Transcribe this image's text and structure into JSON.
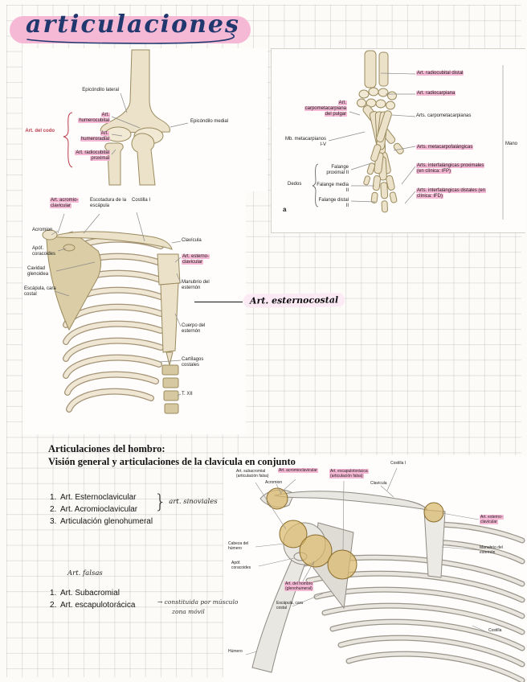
{
  "title": {
    "text": "articulaciones"
  },
  "elbow": {
    "epicondilo_lateral": "Epicóndilo lateral",
    "epicondilo_medial": "Epicóndilo medial",
    "art_del_codo": "Art. del codo",
    "art_humerocubital": "Art. humerocubital",
    "art_humeroradial": "Art. humeroradial",
    "art_radiocubital_proximal": "Art. radiocubital proximal"
  },
  "hand": {
    "art_radiocubital_distal": "Art. radiocubital distal",
    "art_radiocarpiana": "Art. radiocarpiana",
    "art_carpometacarpiana_pulgar": "Art. carpometacarpiana del pulgar",
    "arts_carpometacarpianas": "Arts. carpometacarpianas",
    "mb_metacarpianos": "Mb. metacarpianos I-V",
    "arts_metacarpofalangicas": "Arts. metacarpofalángicas",
    "arts_interfalangicas_proximales": "Arts. interfalángicas proximales (en clínica: IFP)",
    "arts_interfalangicas_distales": "Arts. interfalángicas distales (en clínica: IFD)",
    "falange_proximal": "Falange proximal II",
    "falange_media": "Falange media II",
    "falange_distal": "Falange distal II",
    "dedos": "Dedos",
    "mano": "Mano",
    "letra": "a"
  },
  "torax": {
    "art_acromioclavicular": "Art. acromio-clavicular",
    "escotadura": "Escotadura de la escápula",
    "costilla_1": "Costilla I",
    "acromion": "Acromion",
    "apof_coracoides": "Apóf. coracoides",
    "cavidad_glenoidea": "Cavidad glenoidea",
    "escapula_cara_costal": "Escápula, cara costal",
    "clavicula": "Clavícula",
    "art_esternoclavicular": "Art. esterno-clavicular",
    "manubrio": "Manubrio del esternón",
    "cuerpo_esternon": "Cuerpo del esternón",
    "cartilagos_costales": "Cartílagos costales",
    "t12": "T. XII",
    "nota": "Art. esternocostal"
  },
  "hombro": {
    "heading1": "Articulaciones del hombro:",
    "heading2": "Visión general y articulaciones de la clavícula en conjunto",
    "items_a": [
      {
        "n": "1.",
        "t": "Art. Esternoclavicular"
      },
      {
        "n": "2.",
        "t": "Art. Acromioclavicular"
      },
      {
        "n": "3.",
        "t": "Articulación glenohumeral"
      }
    ],
    "brace": "}",
    "nota_sinoviales": "art. sinoviales",
    "nota_falsas": "Art. falsas",
    "items_b": [
      {
        "n": "1.",
        "t": "Art. Subacromial"
      },
      {
        "n": "2.",
        "t": "Art. escapulotorácica"
      }
    ],
    "nota_constituida": "→ constituida por músculo",
    "nota_zona": "zona móvil"
  },
  "figura_hombro": {
    "art_subacromial": "Art. subacromial (articulación falsa)",
    "acromion": "Acromion",
    "art_acromioclavicular": "Art. acromioclavicular",
    "art_escapulotoracica": "Art. escapulotorácica (articulación falsa)",
    "clavicula": "Clavícula",
    "costilla_1": "Costilla I",
    "art_esternoclavicular": "Art. esterno-clavicular",
    "manubrio": "Manubrio del esternón",
    "cabeza_humero": "Cabeza del húmero",
    "apof_coracoides": "Apóf. coracoides",
    "art_hombro": "Art. del hombro (glenohumeral)",
    "escapula_cara_costal": "Escápula, cara costal",
    "costilla": "Costilla",
    "humero": "Húmero"
  },
  "colors": {
    "highlight_pink": "#f6b9d5",
    "ink_blue": "#20386e",
    "accent_red": "#b93f4e",
    "bone": "#ebe2c9",
    "joint_gold": "#d9b86a"
  }
}
